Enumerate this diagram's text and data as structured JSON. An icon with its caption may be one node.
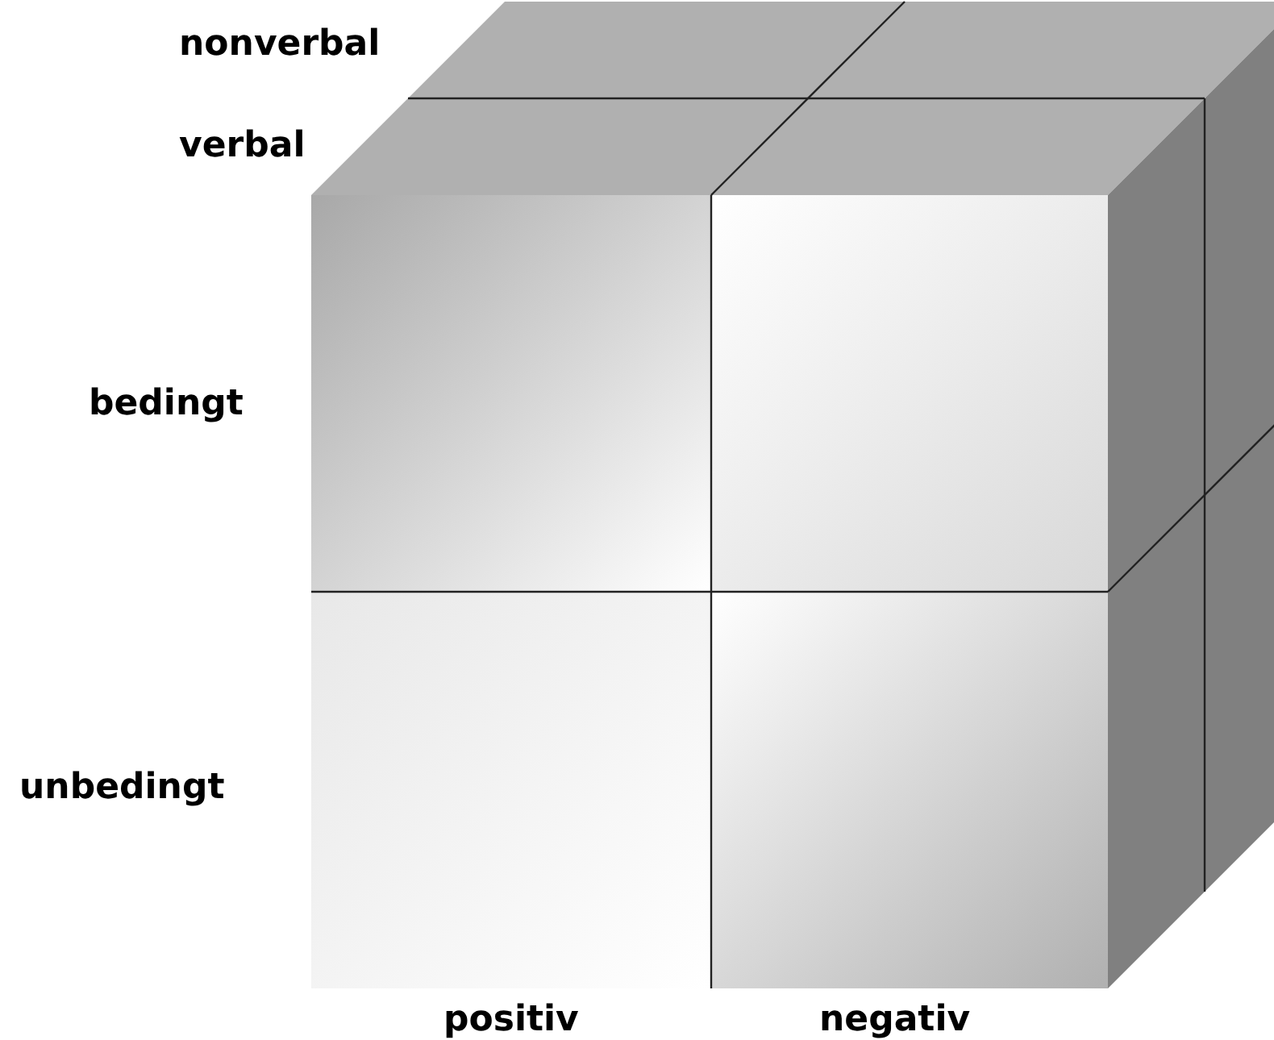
{
  "diagram": {
    "labels": [
      "nonverbal",
      "verbal",
      "bedingt",
      "unbedingt",
      "positiv",
      "negativ"
    ]
  }
}
